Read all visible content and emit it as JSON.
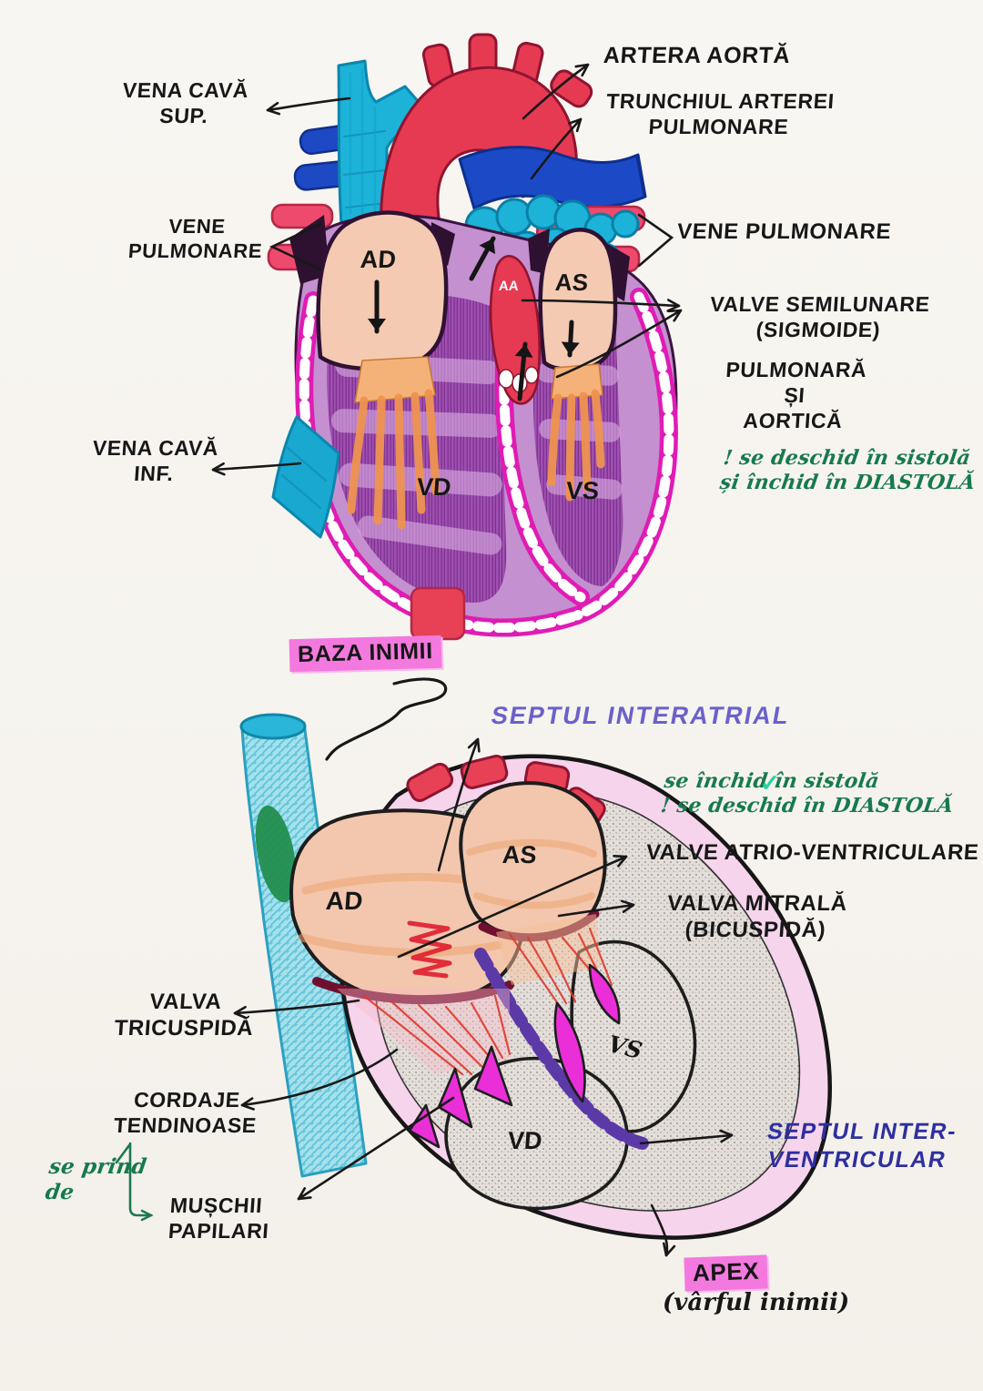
{
  "page": {
    "title": "Schema inimii - notite anatomie",
    "paper_color": "#f7f4ef",
    "ink_color": "#171717",
    "green_ink": "#177a4b",
    "purple_ink": "#6a61cb",
    "navy_ink": "#2e2f9e",
    "highlight_pink": "#f479df",
    "marker_colors": {
      "cyan_vein": "#1db2d8",
      "blue_artery": "#1c4ac6",
      "red_aorta": "#e63a52",
      "pink_vein": "#ee4a6e",
      "magenta_edge": "#df1cb4",
      "purple_muscle": "#9a4aa8",
      "peach_atrium": "#f4cab2",
      "orange_chordae": "#ef9351",
      "magenta_papillary": "#ea2fd8",
      "dark_purple_septum": "#5b39a6"
    }
  },
  "top_diagram": {
    "vena_cava_sup": "VENA CAVĂ\nSUP.",
    "vene_pulmonare_left": "VENE\nPULMONARE",
    "artera_aorta": "ARTERA AORTĂ",
    "trunchiul_arterei": "TRUNCHIUL ARTEREI\nPULMONARE",
    "vene_pulmonare_right": "VENE PULMONARE",
    "valve_semilunare": "VALVE SEMILUNARE\n(SIGMOIDE)",
    "pulmonara_si_aortica": "PULMONARĂ\nȘI\nAORTICĂ",
    "nota_verde": "! se deschid în sistolă\nși închid în DIASTOLĂ",
    "vena_cava_inf": "VENA CAVĂ\nINF.",
    "baza_inimii": "BAZA INIMII",
    "chambers": {
      "ad": "AD",
      "as": "AS",
      "aa": "AA",
      "vd": "VD",
      "vs": "VS"
    }
  },
  "bottom_diagram": {
    "septul_interatrial": "SEPTUL INTERATRIAL",
    "nota_verde": "se închid în sistolă\n! se deschid în DIASTOLĂ",
    "checkmark": "✓",
    "valve_atrioventriculare": "VALVE ATRIO-VENTRICULARE",
    "valva_mitrala": "VALVA MITRALĂ\n(BICUSPIDĂ)",
    "valva_tricuspida": "VALVA\nTRICUSPIDĂ",
    "cordaje_tendinoase": "CORDAJE\nTENDINOASE",
    "se_prind_de": "se prind\nde",
    "muschii_papilari": "MUȘCHII\nPAPILARI",
    "septul_interventricular": "SEPTUL INTER-\nVENTRICULAR",
    "apex": "APEX",
    "apex_subtitle": "(vârful inimii)",
    "chambers": {
      "ad": "AD",
      "as": "AS",
      "vd": "VD",
      "vs": "VS"
    }
  }
}
